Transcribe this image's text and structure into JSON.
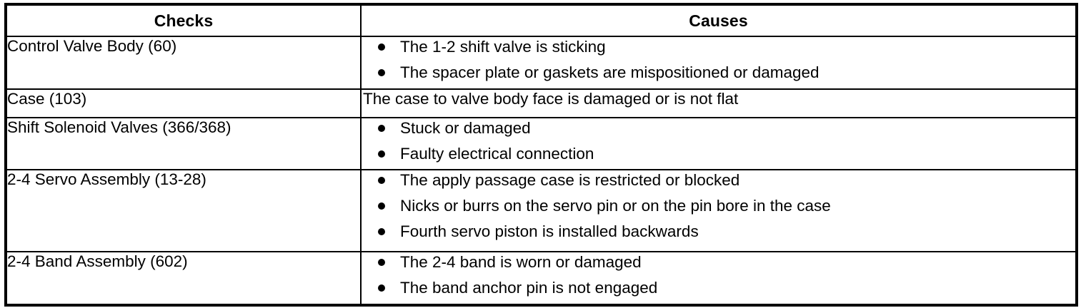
{
  "table": {
    "columns": [
      {
        "key": "checks",
        "header": "Checks"
      },
      {
        "key": "causes",
        "header": "Causes"
      }
    ],
    "rows": [
      {
        "check": "Control Valve Body (60)",
        "causes_style": "bulleted",
        "causes": [
          "The 1-2 shift valve is sticking",
          "The spacer plate or gaskets are mispositioned or damaged"
        ]
      },
      {
        "check": "Case (103)",
        "causes_style": "plain",
        "causes": [
          "The case to valve body face is damaged or is not flat"
        ]
      },
      {
        "check": "Shift Solenoid Valves (366/368)",
        "causes_style": "bulleted",
        "causes": [
          "Stuck or damaged",
          "Faulty electrical connection"
        ]
      },
      {
        "check": "2-4 Servo Assembly (13-28)",
        "causes_style": "bulleted",
        "causes": [
          "The apply passage case is restricted or blocked",
          "Nicks or burrs on the servo pin or on the pin bore in the case",
          "Fourth servo piston is installed backwards"
        ]
      },
      {
        "check": "2-4 Band Assembly (602)",
        "causes_style": "bulleted",
        "causes": [
          "The 2-4 band is worn or damaged",
          "The band anchor pin is not engaged"
        ]
      }
    ]
  },
  "colors": {
    "border": "#000000",
    "text": "#000000",
    "background": "#ffffff",
    "bullet": "#000000"
  }
}
